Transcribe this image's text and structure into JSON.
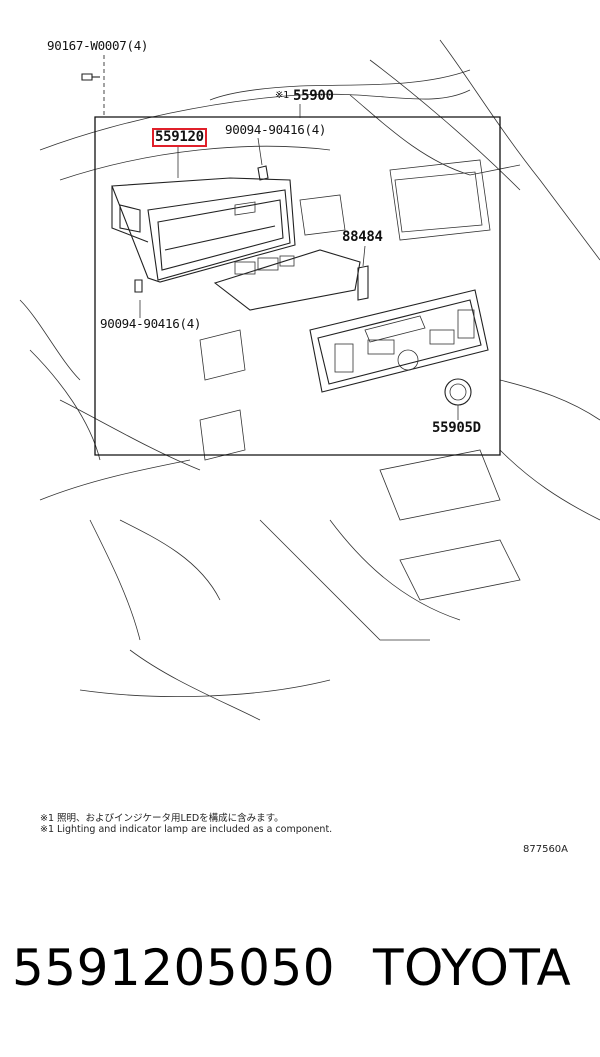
{
  "diagram": {
    "callouts": {
      "screw_top": "90167-W0007(4)",
      "assembly_marker": "※1",
      "assembly": "55900",
      "highlighted_part": "559120",
      "screw_right": "90094-90416(4)",
      "bracket": "88484",
      "screw_left": "90094-90416(4)",
      "knob": "55905D"
    },
    "notes": {
      "japanese": "※1 照明、およびインジケータ用LEDを構成に含みます。",
      "english": "※1 Lighting and indicator lamp are included as a component."
    },
    "drawing_code": "877560A",
    "highlight_color": "#e0202a"
  },
  "footer": {
    "part_number": "5591205050",
    "brand": "TOYOTA"
  }
}
